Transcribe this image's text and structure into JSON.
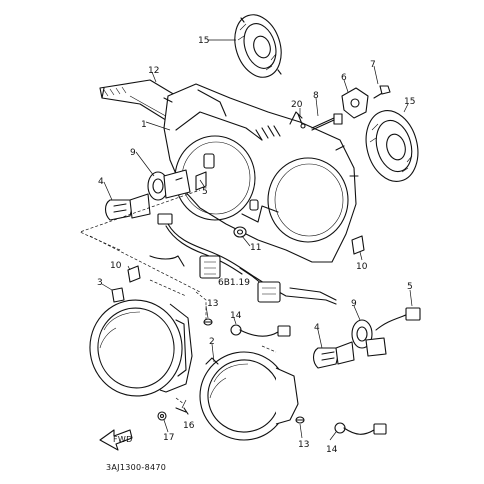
{
  "callouts": {
    "c1": "1",
    "c2": "2",
    "c3": "3",
    "c4a": "4",
    "c4b": "4",
    "c5a": "5",
    "c5b": "5",
    "c6": "6",
    "c7": "7",
    "c8": "8",
    "c9a": "9",
    "c9b": "9",
    "c10a": "10",
    "c10b": "10",
    "c11": "11",
    "c12": "12",
    "c13a": "13",
    "c13b": "13",
    "c14a": "14",
    "c14b": "14",
    "c15a": "15",
    "c15b": "15",
    "c16": "16",
    "c17": "17",
    "c20": "20",
    "ref_6b1_19": "6B1.19"
  },
  "diagram_code": "3AJ1300-8470",
  "front_arrow": "FWD"
}
